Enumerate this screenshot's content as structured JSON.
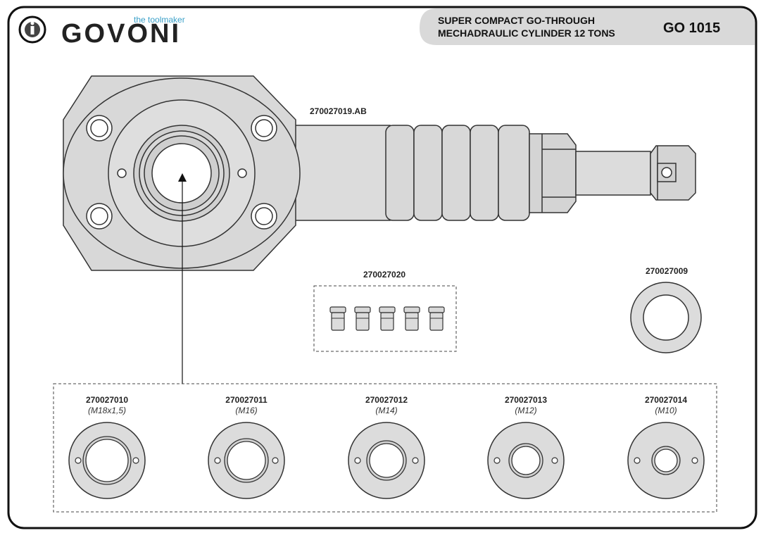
{
  "header": {
    "brand": "GOVONI",
    "tagline": "the toolmaker",
    "title_line1": "SUPER COMPACT GO-THROUGH",
    "title_line2": "MECHADRAULIC CYLINDER 12 TONS",
    "code": "GO 1015"
  },
  "cylinder": {
    "code": "270027019.AB"
  },
  "pins": {
    "code": "270027020",
    "count": 5
  },
  "washer": {
    "code": "270027009"
  },
  "adapters": [
    {
      "code": "270027010",
      "size": "(M18x1,5)",
      "bore": 30
    },
    {
      "code": "270027011",
      "size": "(M16)",
      "bore": 27
    },
    {
      "code": "270027012",
      "size": "(M14)",
      "bore": 24
    },
    {
      "code": "270027013",
      "size": "(M12)",
      "bore": 20
    },
    {
      "code": "270027014",
      "size": "(M10)",
      "bore": 16
    }
  ],
  "colors": {
    "part_fill": "#dcdcdc",
    "outline": "#333333",
    "header_band": "#d9d9d9"
  }
}
